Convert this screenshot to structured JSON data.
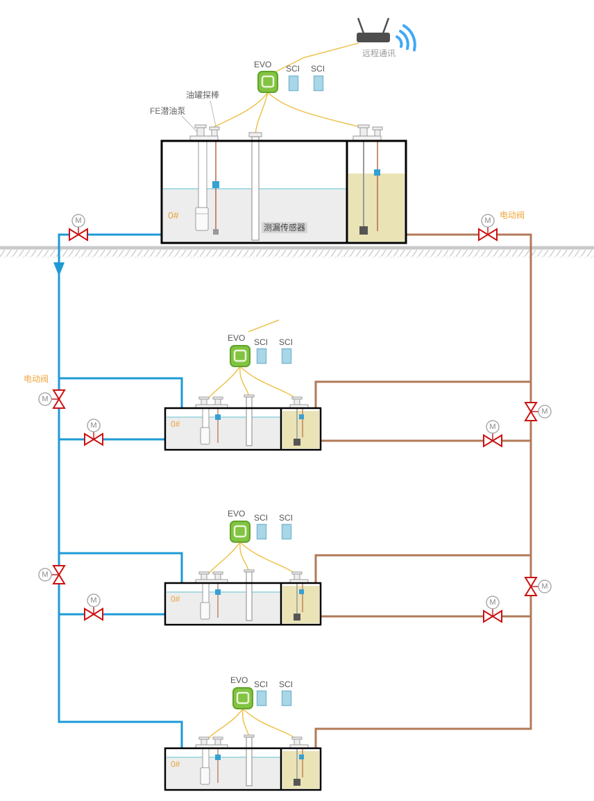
{
  "labels": {
    "remote_comm": "远程通讯",
    "evo": "EVO",
    "sci": "SCI",
    "tank_probe": "油罐探棒",
    "fe_pump": "FE潜油泵",
    "leak_sensor": "测漏传感器",
    "tank_grade": "0#",
    "electric_valve": "电动阀",
    "motor": "M"
  },
  "colors": {
    "pipe_supply_blue": "#1d9ad6",
    "pipe_return_brown": "#b27a58",
    "valve_red": "#cc1111",
    "evo_green": "#82c341",
    "sci_blue": "#a9d7e8",
    "fuel_tan": "#eae3b5",
    "wire_yellow": "#edc24d",
    "label_orange": "#f0a63c",
    "wifi_blue": "#3fa9f5"
  }
}
